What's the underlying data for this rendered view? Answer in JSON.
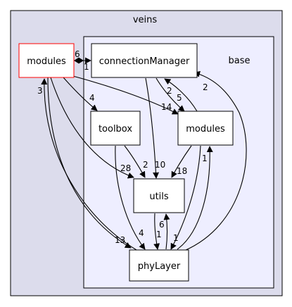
{
  "diagram": {
    "clusters": {
      "outer": {
        "label": "veins",
        "fill": "#dcdcec",
        "stroke": "#000000"
      },
      "inner": {
        "label": "base",
        "fill": "#eeeeff",
        "stroke": "#000000"
      }
    },
    "nodes": {
      "modules_ext": {
        "label": "modules",
        "stroke": "#ff0000"
      },
      "connectionManager": {
        "label": "connectionManager"
      },
      "toolbox": {
        "label": "toolbox"
      },
      "modules_base": {
        "label": "modules"
      },
      "utils": {
        "label": "utils"
      },
      "phyLayer": {
        "label": "phyLayer"
      }
    },
    "edges": {
      "ext_to_cm": {
        "label": "6"
      },
      "cm_to_ext": {
        "label": "1"
      },
      "ext_to_toolbox": {
        "label": "4"
      },
      "ext_to_modbase": {
        "label": "14"
      },
      "ext_to_utils": {
        "label": "28"
      },
      "ext_to_phy": {
        "label": "13"
      },
      "phy_to_ext": {
        "label": "3"
      },
      "cm_to_modbase": {
        "label": "2"
      },
      "modbase_to_cm": {
        "label": "5"
      },
      "cm_to_utils": {
        "label": "10"
      },
      "toolbox_to_utils": {
        "label": "2"
      },
      "toolbox_to_phy": {
        "label": "4"
      },
      "modbase_to_utils": {
        "label": "18"
      },
      "modbase_to_phy": {
        "label": "1"
      },
      "utils_to_phy": {
        "label": "6"
      },
      "phy_to_utils": {
        "label": "1"
      },
      "phy_to_modbase": {
        "label": "1"
      },
      "phy_to_cm": {
        "label": "2"
      }
    }
  }
}
